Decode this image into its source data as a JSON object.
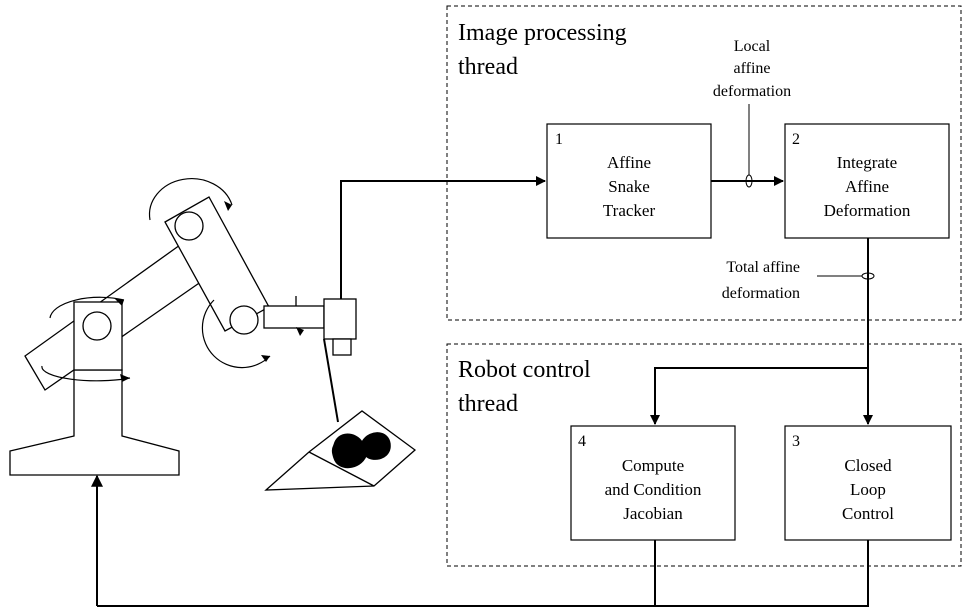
{
  "threads": {
    "image_processing": {
      "line1": "Image processing",
      "line2": "thread"
    },
    "robot_control": {
      "line1": "Robot control",
      "line2": "thread"
    }
  },
  "annotations": {
    "local": [
      "Local",
      "affine",
      "deformation"
    ],
    "total": [
      "Total affine",
      "deformation"
    ]
  },
  "blocks": [
    {
      "num": "1",
      "lines": [
        "Affine",
        "Snake",
        "Tracker"
      ]
    },
    {
      "num": "2",
      "lines": [
        "Integrate",
        "Affine",
        "Deformation"
      ]
    },
    {
      "num": "3",
      "lines": [
        "Closed",
        "Loop",
        "Control"
      ]
    },
    {
      "num": "4",
      "lines": [
        "Compute",
        "and Condition",
        "Jacobian"
      ]
    }
  ]
}
